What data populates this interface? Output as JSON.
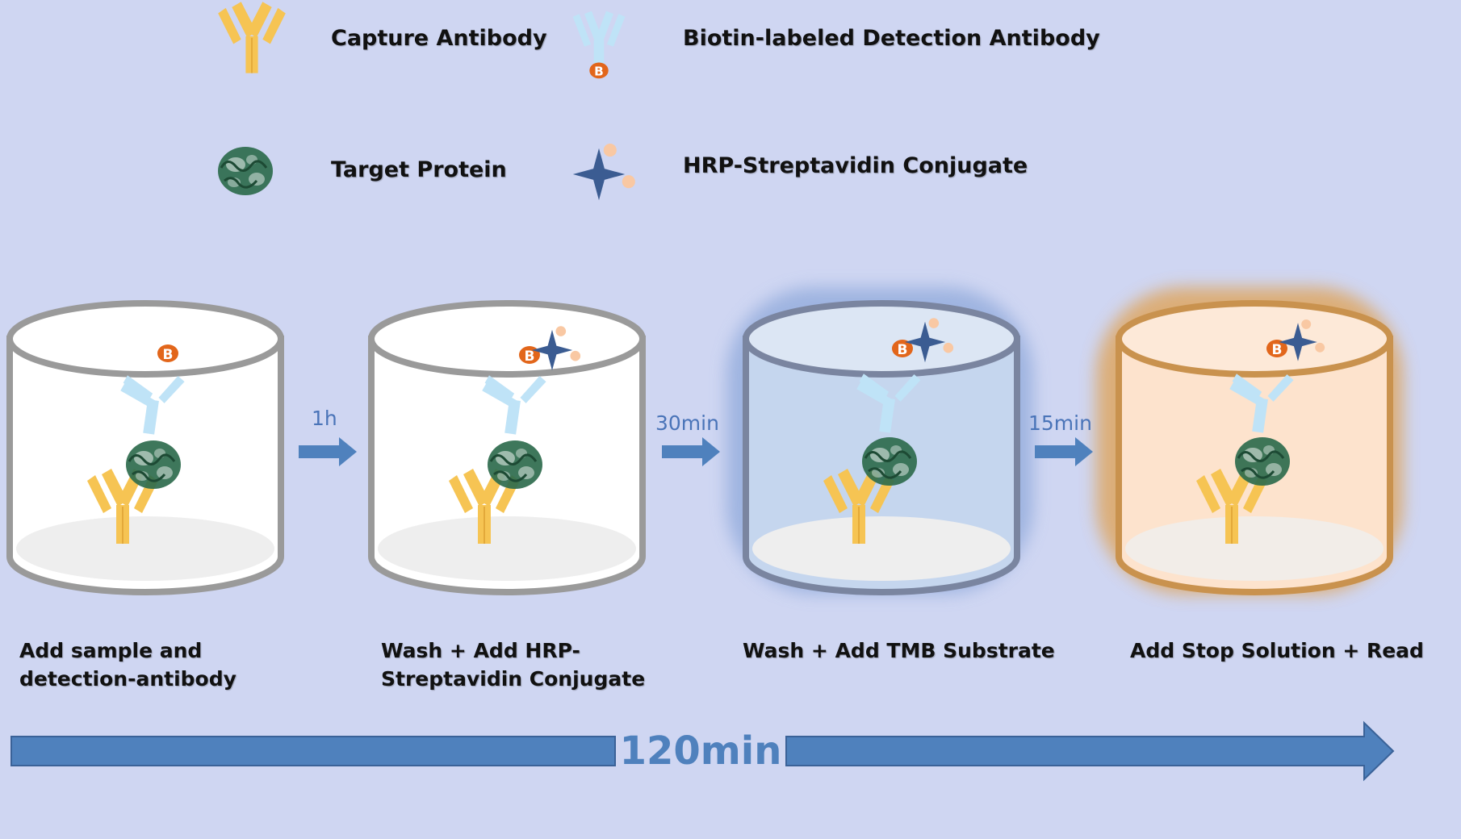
{
  "legend": {
    "capture_antibody": "Capture Antibody",
    "detection_antibody": "Biotin-labeled Detection Antibody",
    "target_protein": "Target Protein",
    "hrp_conjugate": "HRP-Streptavidin Conjugate",
    "biotin_letter": "B"
  },
  "steps": [
    {
      "line1": "Add sample and",
      "line2": "detection-antibody"
    },
    {
      "line1": "Wash + Add HRP-",
      "line2": "Streptavidin Conjugate"
    },
    {
      "line1": "Wash + Add TMB Substrate",
      "line2": ""
    },
    {
      "line1": "Add Stop Solution + Read",
      "line2": ""
    }
  ],
  "intervals": [
    "1h",
    "30min",
    "15min"
  ],
  "total_time": "120min",
  "colors": {
    "background": "#cfd6f2",
    "capture_antibody": "#f6c453",
    "detection_antibody": "#bfe3f7",
    "biotin": "#e2661b",
    "protein": "#2e6b4d",
    "hrp": "#3b5c92",
    "hrp_dots": "#f9c8a3",
    "arrow": "#4f81bd",
    "tmb_fill": "#c5d6ee",
    "stop_fill": "#fde3cd",
    "tmb_glow": "#8aa6d9",
    "stop_glow": "#e0a050"
  }
}
